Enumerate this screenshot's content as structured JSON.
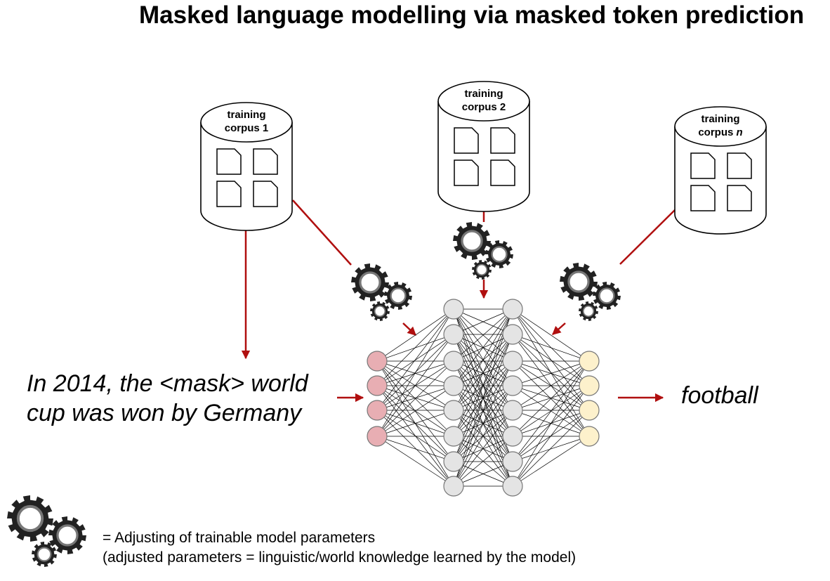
{
  "title": "Masked language modelling via masked token prediction",
  "corpora": [
    {
      "line1": "training",
      "line2": "corpus 1",
      "n_suffix": ""
    },
    {
      "line1": "training",
      "line2": "corpus 2",
      "n_suffix": ""
    },
    {
      "line1": "training",
      "line2": "corpus ",
      "n_suffix": "n"
    }
  ],
  "input_sentence": {
    "line1": "In 2014, the <mask> world",
    "line2": "cup was won by Germany"
  },
  "output_word": "football",
  "legend": {
    "line1": "= Adjusting of trainable model parameters",
    "line2": "(adjusted parameters = linguistic/world knowledge learned by the model)"
  },
  "network": {
    "layer_sizes": [
      4,
      8,
      8,
      4
    ],
    "layer_fills": [
      "#e8aeb3",
      "#e4e4e4",
      "#e4e4e4",
      "#fdf1cc"
    ]
  },
  "colors": {
    "arrow": "#b00f0f",
    "gear": "#222222",
    "outline": "#000000"
  },
  "icons": {
    "gear": "gear-icon",
    "document": "document-icon",
    "database": "database-icon"
  }
}
